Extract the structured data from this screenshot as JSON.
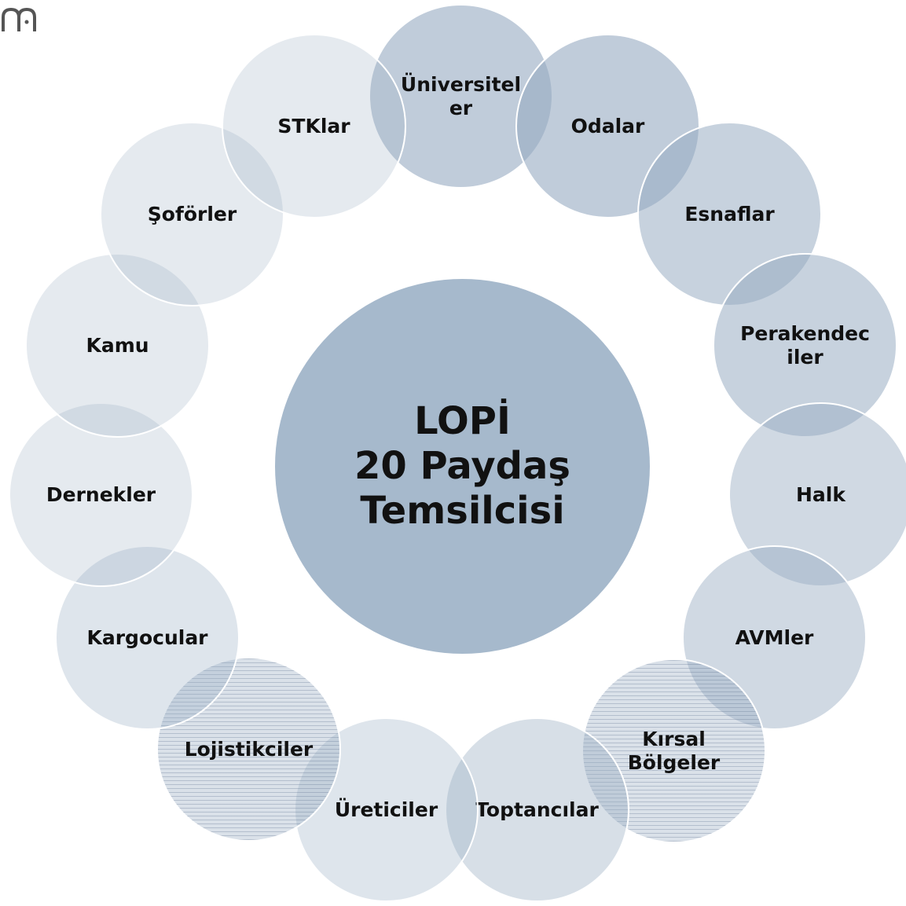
{
  "center": {
    "text": "LOPİ\n20 Paydaş\nTemsilcisi"
  },
  "stakeholders": [
    "Üniversiteler",
    "Odalar",
    "Esnaflar",
    "Perakendeciler",
    "Halk",
    "AVMler",
    "Kırsal Bölgeler",
    "Toptancılar",
    "Üreticiler",
    "Lojistikciler",
    "Kargocular",
    "Dernekler",
    "Kamu",
    "Şoförler",
    "STKlar"
  ],
  "colors": {
    "circle_fill": "#96aac1",
    "center_fill": "#a6b9cc",
    "circle_border": "#ffffff"
  }
}
